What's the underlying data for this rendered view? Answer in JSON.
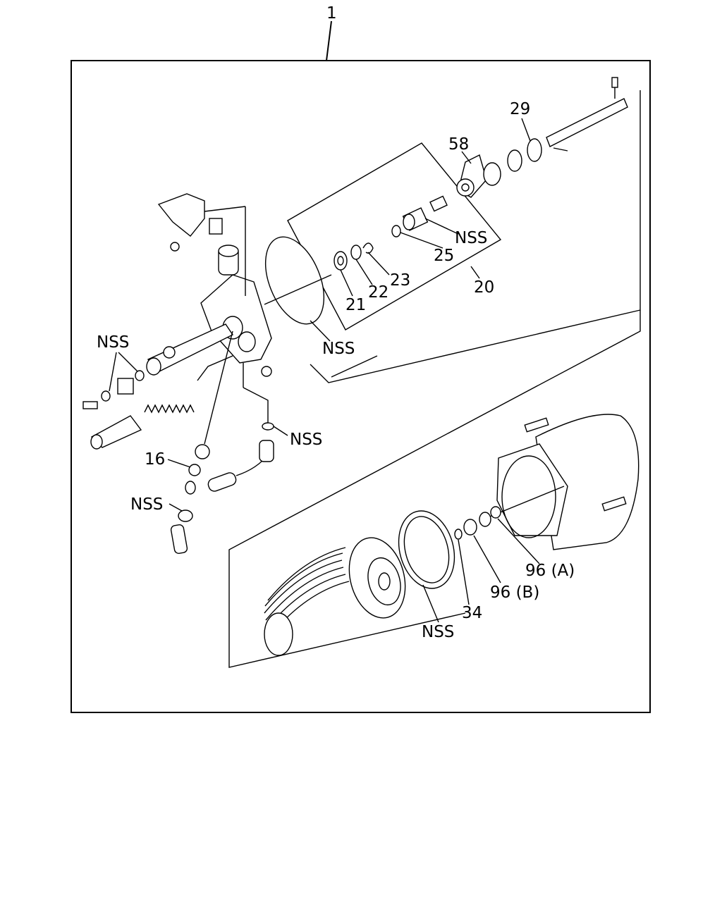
{
  "labels": {
    "l1": "1",
    "l29": "29",
    "l58": "58",
    "l20": "20",
    "l21": "21",
    "l22": "22",
    "l23": "23",
    "l25": "25",
    "nss_spool": "NSS",
    "nss_oring": "NSS",
    "nss_left": "NSS",
    "nss_right": "NSS",
    "nss_lower": "NSS",
    "nss_piston": "NSS",
    "l16": "16",
    "l34": "34",
    "l96b": "96 (B)",
    "l96a": "96 (A)"
  },
  "colors": {
    "stroke": "#000000",
    "background": "#ffffff"
  }
}
